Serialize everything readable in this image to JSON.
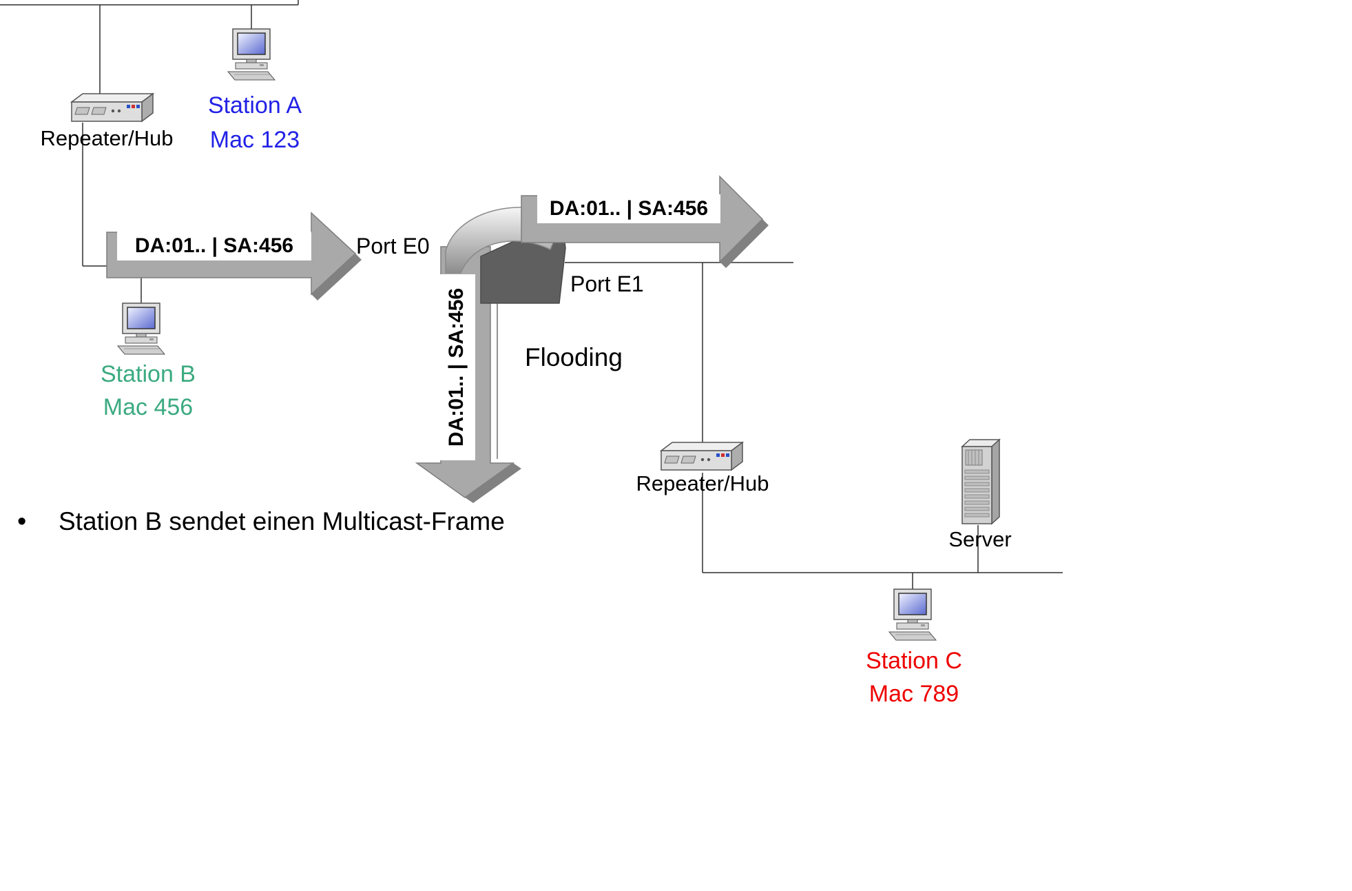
{
  "colors": {
    "station_a": "#2222e6",
    "station_b": "#3baa80",
    "station_c": "#ee0000",
    "arrow_fill": "#a9a9a9",
    "arrow_fold": "#818181"
  },
  "labels": {
    "frame_left": "DA:01.. | SA:456",
    "frame_right": "DA:01.. | SA:456",
    "frame_down": "DA:01.. | SA:456",
    "port_e0": "Port E0",
    "port_e1": "Port E1",
    "flooding": "Flooding",
    "hub_left": "Repeater/Hub",
    "hub_right": "Repeater/Hub",
    "server": "Server",
    "bullet_char": "•",
    "bullet_text": "Station B sendet einen Multicast-Frame"
  },
  "stations": {
    "a": {
      "name": "Station A",
      "mac": "Mac 123"
    },
    "b": {
      "name": "Station B",
      "mac": "Mac 456"
    },
    "c": {
      "name": "Station C",
      "mac": "Mac 789"
    }
  }
}
